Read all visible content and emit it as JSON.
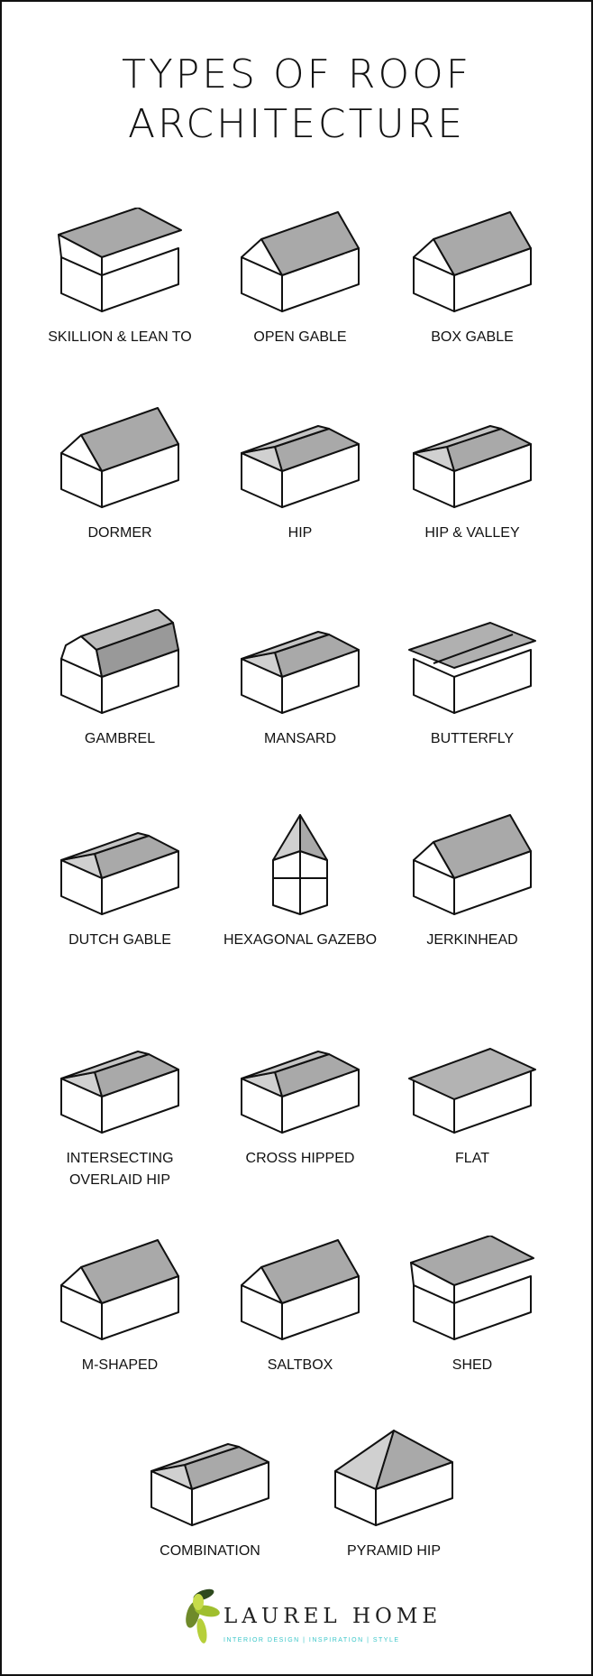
{
  "title": {
    "line1": "TYPES OF ROOF",
    "line2": "ARCHITECTURE"
  },
  "roofs": [
    {
      "label": "SKILLION & LEAN TO",
      "icon": "shed"
    },
    {
      "label": "OPEN GABLE",
      "icon": "gable"
    },
    {
      "label": "BOX GABLE",
      "icon": "gable"
    },
    {
      "label": "DORMER",
      "icon": "gable"
    },
    {
      "label": "HIP",
      "icon": "hip"
    },
    {
      "label": "HIP & VALLEY",
      "icon": "hip"
    },
    {
      "label": "GAMBREL",
      "icon": "gambrel"
    },
    {
      "label": "MANSARD",
      "icon": "hip"
    },
    {
      "label": "BUTTERFLY",
      "icon": "butterfly"
    },
    {
      "label": "DUTCH GABLE",
      "icon": "hip"
    },
    {
      "label": "HEXAGONAL GAZEBO",
      "icon": "gazebo"
    },
    {
      "label": "JERKINHEAD",
      "icon": "gable"
    },
    {
      "label": "INTERSECTING OVERLAID HIP",
      "icon": "hip"
    },
    {
      "label": "CROSS HIPPED",
      "icon": "hip"
    },
    {
      "label": "FLAT",
      "icon": "flat"
    },
    {
      "label": "M-SHAPED",
      "icon": "gable"
    },
    {
      "label": "SALTBOX",
      "icon": "gable"
    },
    {
      "label": "SHED",
      "icon": "shed"
    },
    {
      "label": "COMBINATION",
      "icon": "hip"
    },
    {
      "label": "PYRAMID HIP",
      "icon": "pyramid"
    }
  ],
  "logo": {
    "name": "LAUREL HOME",
    "tagline": "INTERIOR DESIGN | INSPIRATION | STYLE"
  }
}
